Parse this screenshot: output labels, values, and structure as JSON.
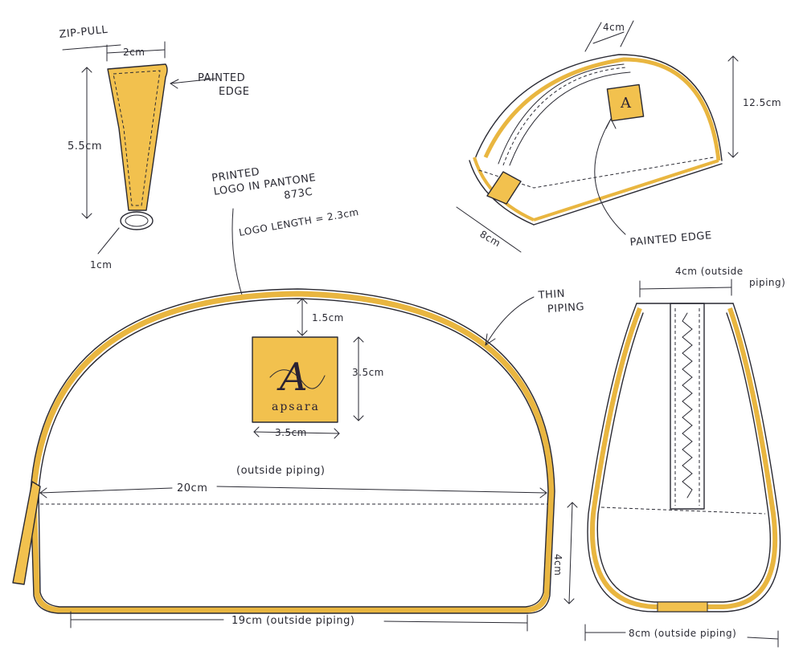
{
  "colors": {
    "ink": "#2a2a33",
    "piping": "#f2c14e",
    "piping_dark": "#e2a730",
    "canvas": "#ffffff"
  },
  "labels": {
    "zip_pull": "ZIP-PULL",
    "painted_edge": "PAINTED EDGE",
    "printed_logo_line1": "PRINTED",
    "printed_logo_line2": "LOGO IN PANTONE",
    "printed_logo_line3": "873C",
    "logo_length": "LOGO LENGTH = 2.3cm",
    "thin_piping": "THIN PIPING",
    "outside_piping": "(outside piping)",
    "brand": "apsara"
  },
  "dimensions": {
    "zip_width": "2cm",
    "zip_length": "5.5cm",
    "zip_ring": "1cm",
    "top_gusset": "4cm",
    "persp_height": "12.5cm",
    "persp_depth": "8cm",
    "logo_top_gap": "1.5cm",
    "logo_height": "3.5cm",
    "logo_width": "3.5cm",
    "front_width": "20cm",
    "front_base": "19cm (outside piping)",
    "side_top": "4cm (outside piping)",
    "side_lower": "4cm",
    "side_base": "8cm (outside piping)"
  }
}
